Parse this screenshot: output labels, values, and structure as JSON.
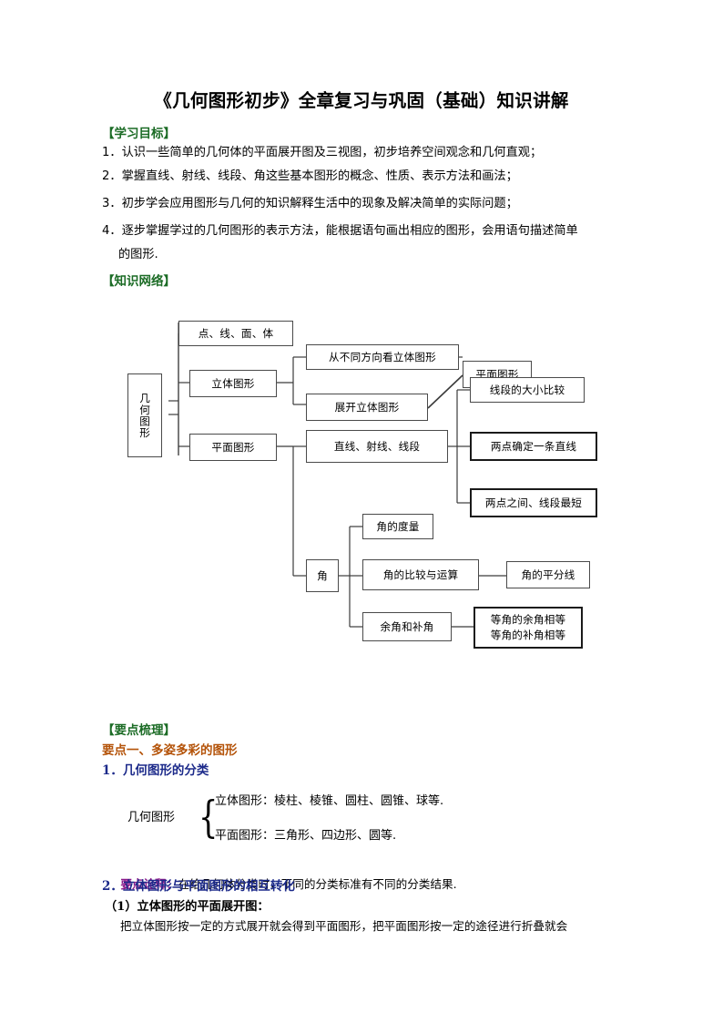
{
  "document": {
    "title": "《几何图形初步》全章复习与巩固（基础）知识讲解"
  },
  "objectives": {
    "heading": "【学习目标】",
    "items": [
      "1．认识一些简单的几何体的平面展开图及三视图，初步培养空间观念和几何直观；",
      "2．掌握直线、射线、线段、角这些基本图形的概念、性质、表示方法和画法；",
      "3．初步学会应用图形与几何的知识解释生活中的现象及解决简单的实际问题；",
      "4．逐步掌握学过的几何图形的表示方法，能根据语句画出相应的图形，会用语句描述简单",
      "的图形."
    ]
  },
  "network": {
    "heading": "【知识网络】",
    "nodes": {
      "root": "几何图形",
      "point_line_face_solid": "点、线、面、体",
      "solid_figure": "立体图形",
      "plane_figure_left": "平面图形",
      "view_from_directions": "从不同方向看立体图形",
      "unfold_solid": "展开立体图形",
      "plane_figure_right": "平面图形",
      "line_ray_segment": "直线、射线、线段",
      "segment_compare": "线段的大小比较",
      "two_points_line": "两点确定一条直线",
      "two_points_shortest": "两点之间、线段最短",
      "angle": "角",
      "angle_measure": "角的度量",
      "angle_compare": "角的比较与运算",
      "angle_bisector": "角的平分线",
      "complement_supplement": "余角和补角",
      "equal_complements_1": "等角的余角相等",
      "equal_complements_2": "等角的补角相等"
    }
  },
  "key_points": {
    "heading": "【要点梳理】",
    "point_one": "要点一、多姿多彩的图形",
    "item1_title": "1．几何图形的分类",
    "classification": {
      "label": "几何图形",
      "row1": "立体图形：棱柱、棱锥、圆柱、圆锥、球等.",
      "row2": "平面图形：三角形、四边形、圆等."
    },
    "annotation_label": "要点诠释：",
    "annotation_body": "在给几何体分类时，不同的分类标准有不同的分类结果.",
    "item2_title": "2．立体图形与平面图形的相互转化",
    "item2_sub1": "（1）立体图形的平面展开图：",
    "item2_sub1_body": "把立体图形按一定的方式展开就会得到平面图形，把平面图形按一定的途径进行折叠就会"
  },
  "colors": {
    "section_heading_green": "#1b6b25",
    "key_sub_orange": "#b45309",
    "numbered_blue": "#1c2a8a",
    "annotation_purple": "#8b1a8b",
    "body_black": "#000000"
  }
}
